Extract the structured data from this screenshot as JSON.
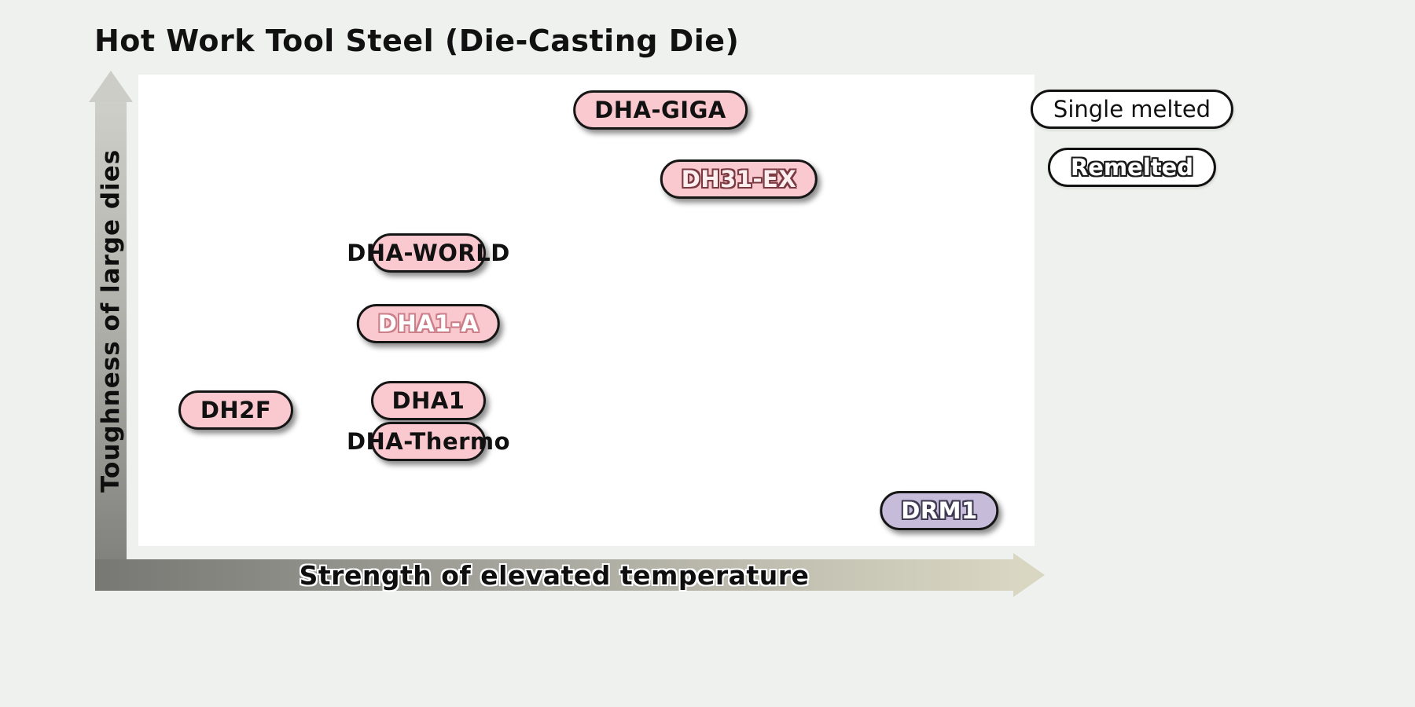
{
  "title": "Hot Work Tool Steel (Die-Casting Die)",
  "axes": {
    "x_label": "Strength of elevated temperature",
    "y_label": "Toughness of large dies"
  },
  "legend": {
    "items": [
      {
        "label": "Single melted",
        "style": "single"
      },
      {
        "label": "Remelted",
        "style": "remelted"
      }
    ]
  },
  "colors": {
    "background": "#eff1ee",
    "plot_background": "#ffffff",
    "pill_pink": "#f9c9cf",
    "pill_purple": "#c6bcda",
    "pill_border": "#161616"
  },
  "chart_data": {
    "type": "scatter",
    "title": "Hot Work Tool Steel (Die-Casting Die)",
    "xlabel": "Strength of elevated temperature",
    "ylabel": "Toughness of large dies",
    "axis_ranges": {
      "x": [
        0,
        100
      ],
      "y": [
        0,
        100
      ]
    },
    "axis_note": "Qualitative positioning chart; no tick labels or gridlines shown",
    "legend_position": "top-right, outside plot",
    "points": [
      {
        "label": "DHA-GIGA",
        "x": 58,
        "y": 93,
        "melt": "single",
        "color": "pink"
      },
      {
        "label": "DH31-EX",
        "x": 67,
        "y": 78,
        "melt": "remelted",
        "color": "pink"
      },
      {
        "label": "DHA-WORLD",
        "x": 32,
        "y": 62,
        "melt": "single",
        "color": "pink"
      },
      {
        "label": "DHA1-A",
        "x": 32,
        "y": 47,
        "melt": "remelted",
        "color": "pink"
      },
      {
        "label": "DHA1",
        "x": 32,
        "y": 31,
        "melt": "single",
        "color": "pink"
      },
      {
        "label": "DH2F",
        "x": 11,
        "y": 29,
        "melt": "single",
        "color": "pink"
      },
      {
        "label": "DHA-Thermo",
        "x": 32,
        "y": 22,
        "melt": "single",
        "color": "pink"
      },
      {
        "label": "DRM1",
        "x": 90,
        "y": 8,
        "melt": "remelted",
        "color": "purple"
      }
    ]
  }
}
